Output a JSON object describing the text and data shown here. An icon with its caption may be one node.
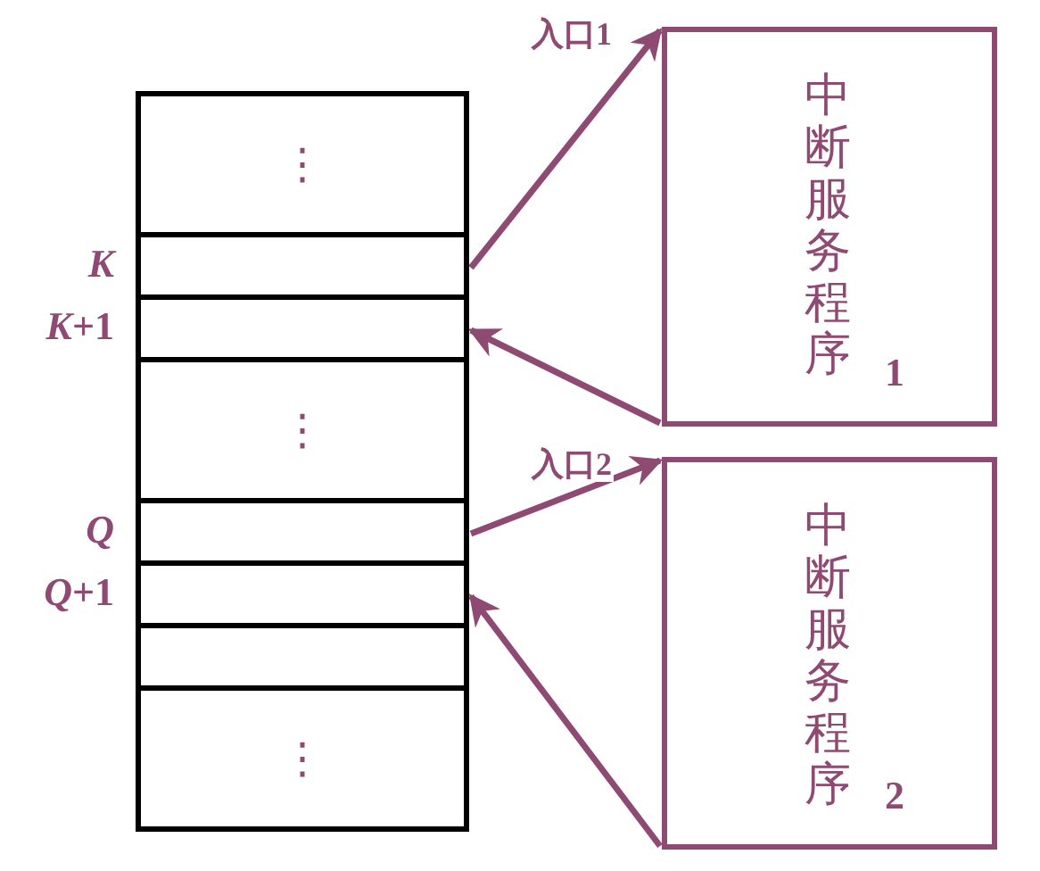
{
  "diagram": {
    "nodes": [
      {
        "text": [
          "⋮"
        ]
      },
      {
        "text": [],
        "shape": "box",
        "beside": [
          "*K*"
        ]
      },
      {
        "text": [],
        "shape": "box",
        "beside": [
          "*K*+1"
        ]
      },
      {
        "text": [
          "⋮"
        ]
      },
      {
        "text": [],
        "shape": "box",
        "beside": [
          "*Q*"
        ]
      },
      {
        "text": [],
        "shape": "box",
        "beside": [
          "*Q*+1"
        ]
      },
      {
        "text": [],
        "shape": "box"
      },
      {
        "text": [
          "⋮"
        ]
      },
      {
        "text": [
          "中断服务程序",
          "1"
        ]
      },
      {
        "text": [
          "中断服务程序",
          "2"
        ]
      }
    ],
    "edges": [
      {
        "from": 1,
        "to": 8,
        "arrow": "to",
        "label": "入口1"
      },
      {
        "from": 8,
        "to": 2,
        "arrow": "to"
      },
      {
        "from": 4,
        "to": 9,
        "arrow": "to",
        "label": "入口2"
      },
      {
        "from": 9,
        "to": 5,
        "arrow": "to"
      }
    ]
  }
}
